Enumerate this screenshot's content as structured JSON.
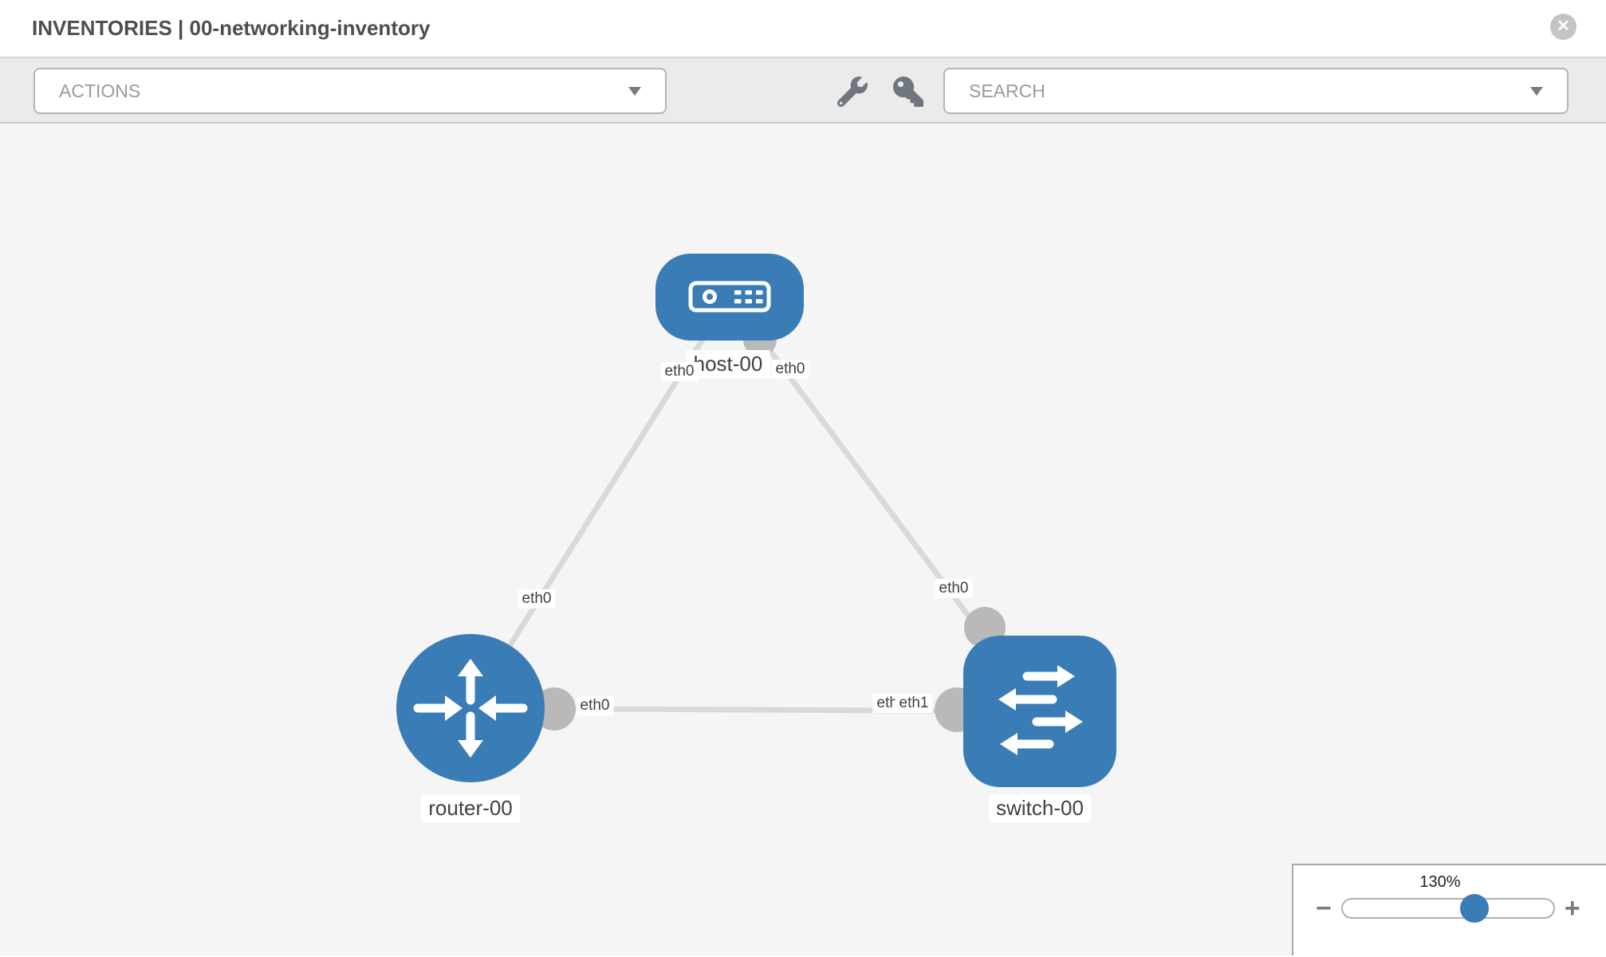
{
  "header": {
    "title": "INVENTORIES | 00-networking-inventory",
    "close_glyph": "✕"
  },
  "toolbar": {
    "actions_label": "ACTIONS",
    "search_placeholder": "SEARCH",
    "icon_names": [
      "wrench-icon",
      "key-icon"
    ]
  },
  "topology": {
    "nodes": [
      {
        "label": "host-00",
        "type": "host",
        "shape": "rounded-rect",
        "icon": "host-icon"
      },
      {
        "label": "router-00",
        "type": "router",
        "shape": "circle",
        "icon": "router-icon"
      },
      {
        "label": "switch-00",
        "type": "switch",
        "shape": "rounded-square",
        "icon": "switch-icon"
      }
    ],
    "links": [
      {
        "source": "host-00",
        "target": "router-00",
        "source_interface": "eth0",
        "target_interface": "eth0"
      },
      {
        "source": "host-00",
        "target": "switch-00",
        "source_interface": "eth0",
        "target_interface": "eth0"
      },
      {
        "source": "router-00",
        "target": "switch-00",
        "source_interface": "eth0",
        "target_interface": "eth1"
      }
    ]
  },
  "zoom_control": {
    "level": "130%",
    "minus_glyph": "−",
    "plus_glyph": "+"
  },
  "colors": {
    "node_blue": "#3a7cb5",
    "link_gray": "#d9d9d9",
    "interface_gray": "#b9b9b9",
    "canvas_bg": "#f5f5f5",
    "toolbar_bg": "#ebebeb"
  }
}
